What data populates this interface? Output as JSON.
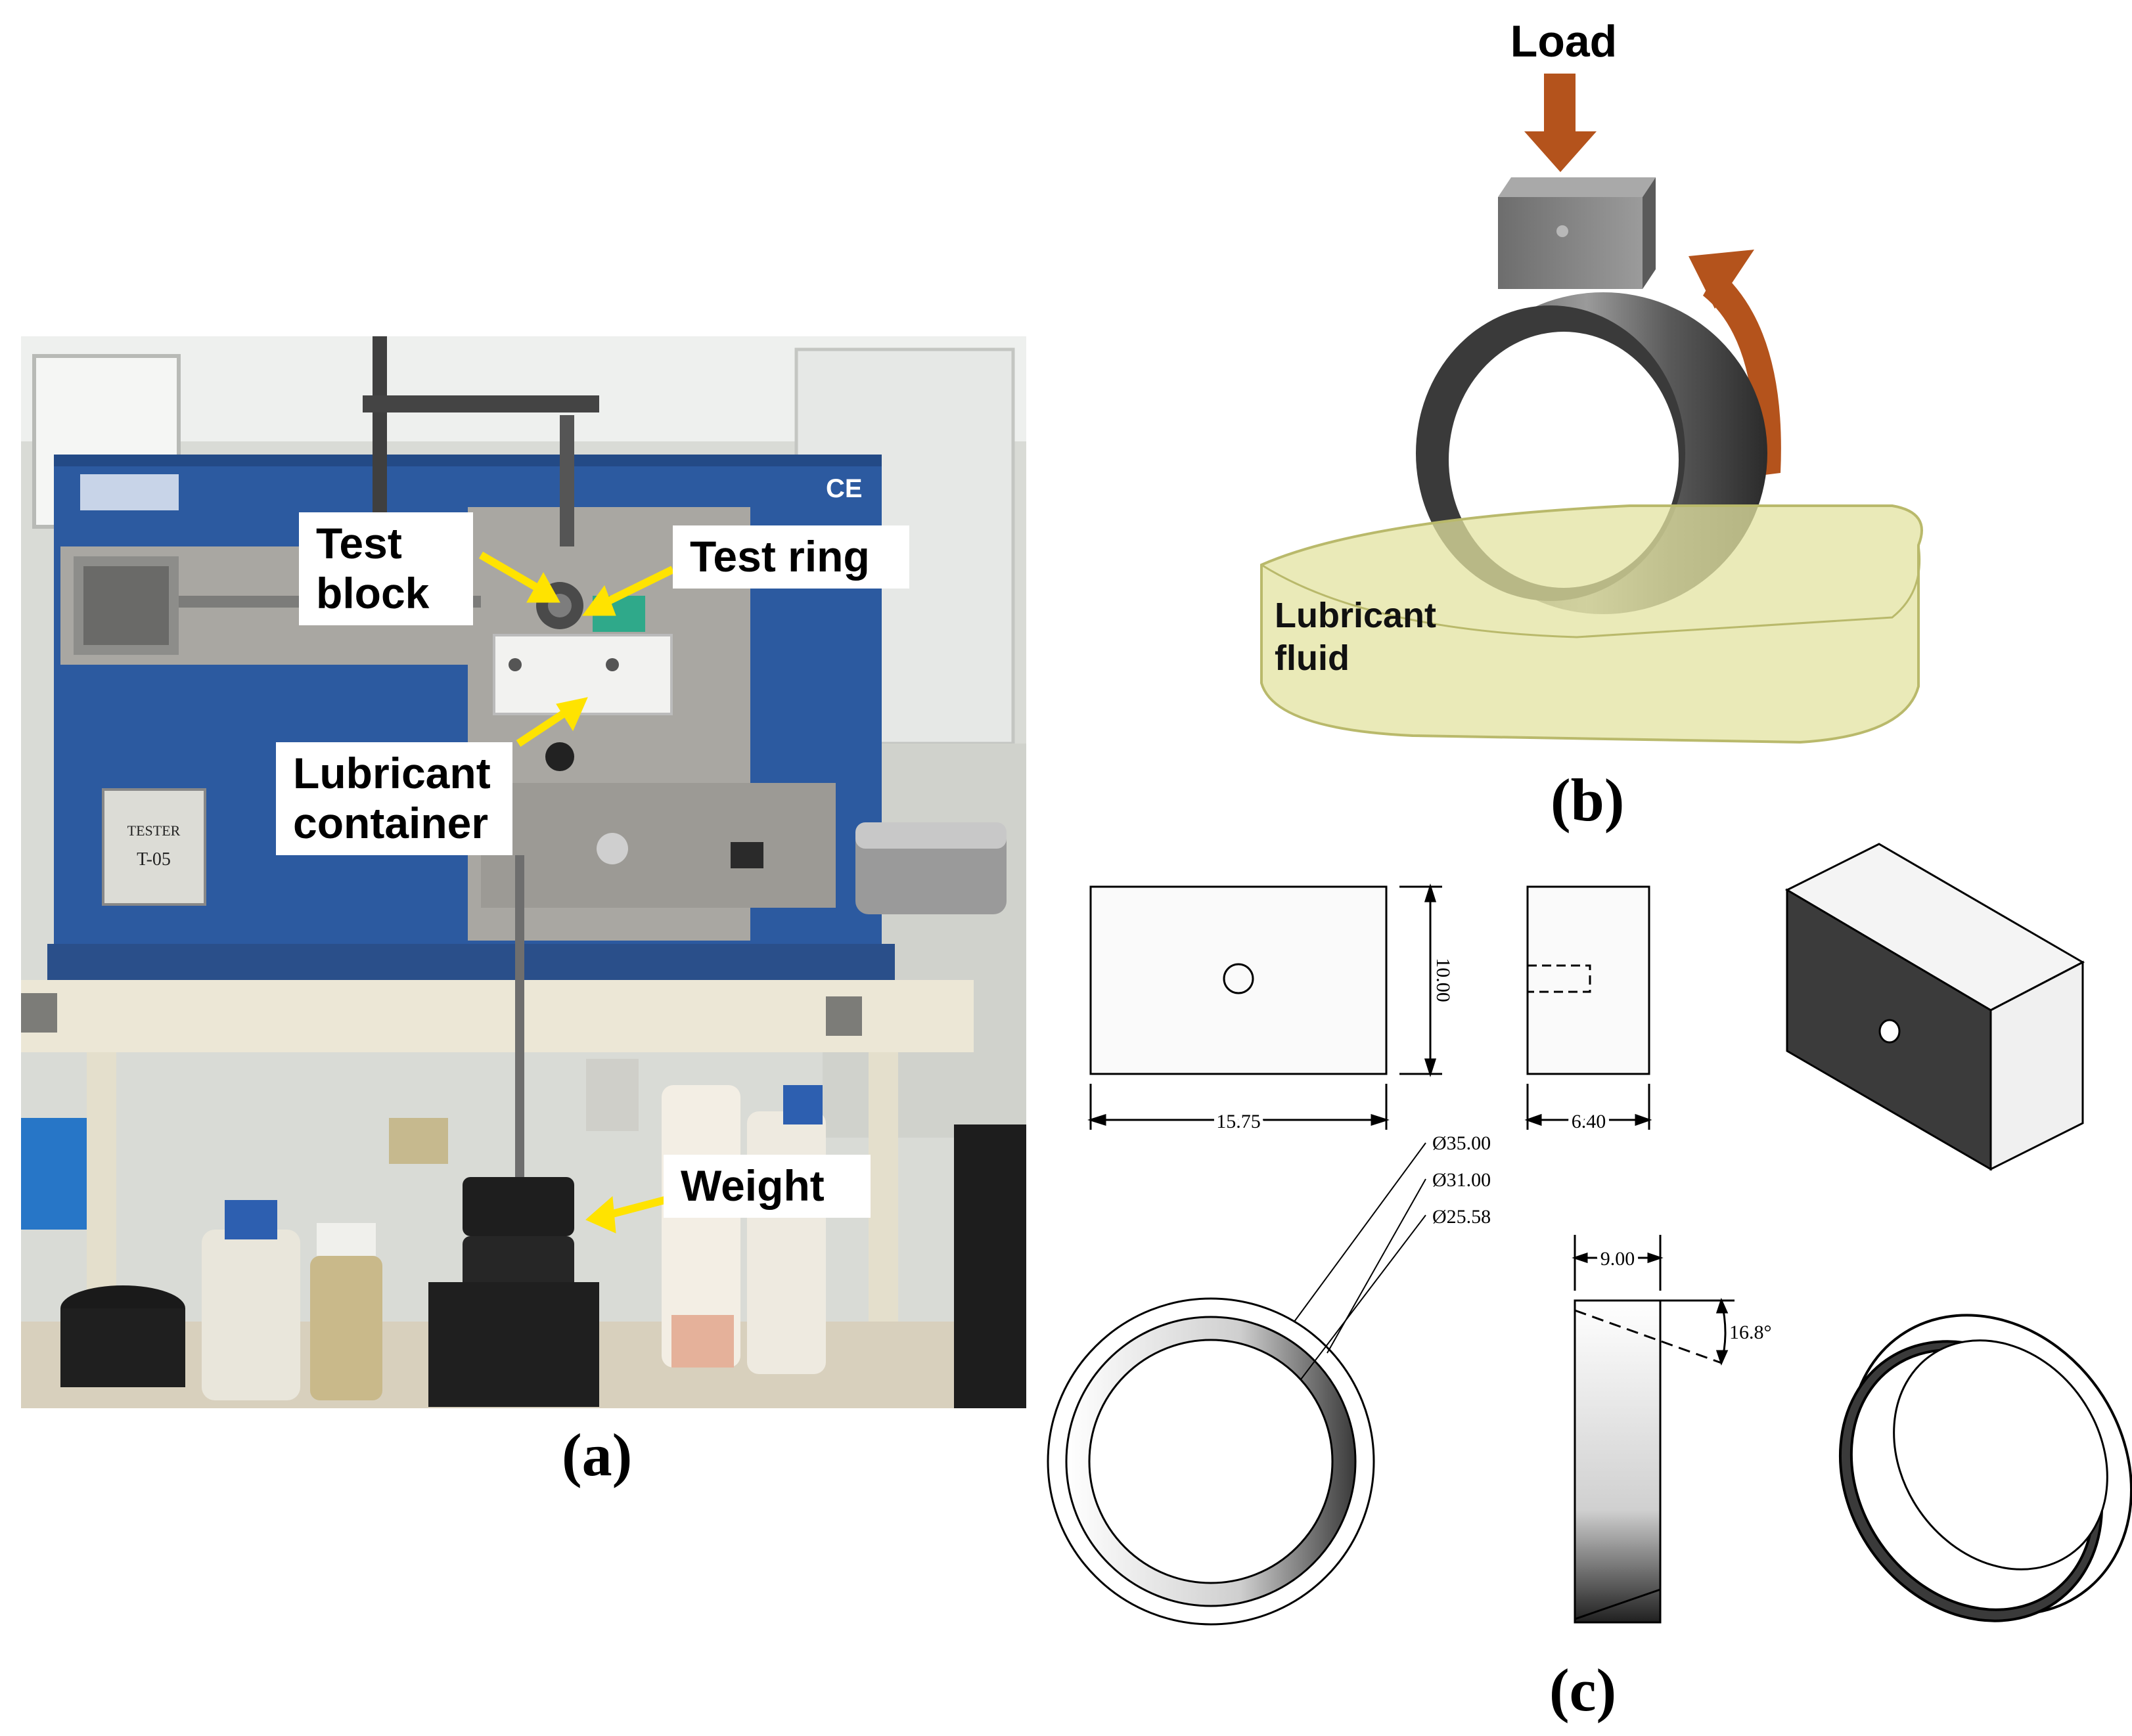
{
  "panel_a": {
    "label": "(a)",
    "callouts": {
      "test_block": "Test\nblock",
      "test_ring": "Test ring",
      "lubricant_container": "Lubricant\ncontainer",
      "weight": "Weight"
    },
    "machine_plate": {
      "brand": "TESTER",
      "model": "T-05"
    },
    "ce_mark": "CE"
  },
  "panel_b": {
    "label": "(b)",
    "load_label": "Load",
    "fluid_label_line1": "Lubricant",
    "fluid_label_line2": "fluid",
    "colors": {
      "arrow": "#b4531c",
      "fluid": "#e3e3a0",
      "block": "#8a8a8a"
    }
  },
  "panel_c": {
    "label": "(c)",
    "block_dims": {
      "length": "15.75",
      "height": "10.00",
      "width": "6.40"
    },
    "ring_dims": {
      "d_outer": "Ø35.00",
      "d_mid": "Ø31.00",
      "d_inner": "Ø25.58",
      "thickness": "9.00",
      "angle": "16.8°"
    }
  }
}
